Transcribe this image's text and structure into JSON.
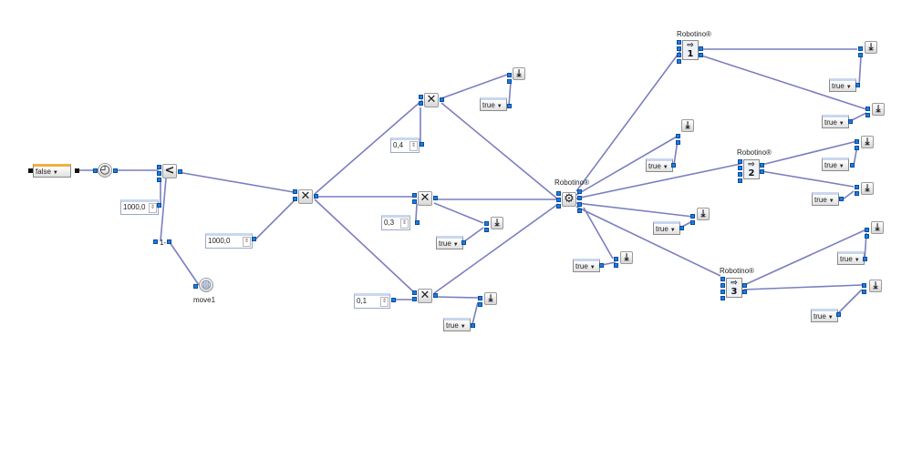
{
  "dropdown_false": {
    "value": "false"
  },
  "timer_label": "",
  "compare_value": "1000,0",
  "invert_label": "1-",
  "motor_label": "move1",
  "multiplier_value": "1000,0",
  "factor_top": "0,4",
  "factor_mid": "0,3",
  "factor_bot": "0,1",
  "robotino_main": "Robotino®",
  "robotino_1": "Robotino®",
  "robotino_2": "Robotino®",
  "robotino_3": "Robotino®",
  "motor_digits": [
    "1",
    "2",
    "3"
  ],
  "true_values": {
    "a": "true",
    "b": "true",
    "c": "true",
    "d": "true",
    "e": "true",
    "f": "true",
    "g": "true",
    "h": "true",
    "i": "true",
    "j": "true",
    "k": "true"
  },
  "icons": {
    "timer": "gauge-icon",
    "compare": "less-than-icon",
    "multiply": "multiply-icon",
    "robotino": "gear-icon",
    "output": "download-icon",
    "motor": "motor-icon",
    "move": "globe-icon"
  }
}
